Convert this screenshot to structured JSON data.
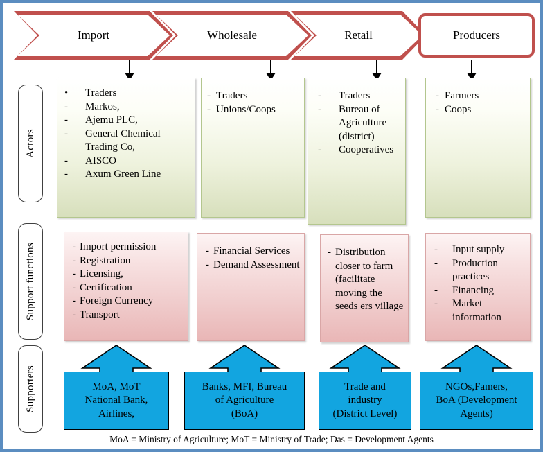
{
  "chain": {
    "stages": [
      {
        "label": "Import",
        "shape": "chevron"
      },
      {
        "label": "Wholesale",
        "shape": "chevron"
      },
      {
        "label": "Retail",
        "shape": "chevron"
      },
      {
        "label": "Producers",
        "shape": "rounded-rect"
      }
    ]
  },
  "row_labels": {
    "actors": "Actors",
    "support_functions": "Support functions",
    "supporters": "Supporters"
  },
  "actors": [
    {
      "column": "Import",
      "items": [
        {
          "marker": "•",
          "text": "Traders"
        },
        {
          "marker": "-",
          "text": "Markos,"
        },
        {
          "marker": "-",
          "text": "Ajemu PLC,"
        },
        {
          "marker": "-",
          "text": "General Chemical Trading Co,"
        },
        {
          "marker": "-",
          "text": "AISCO"
        },
        {
          "marker": "-",
          "text": "Axum Green Line"
        }
      ]
    },
    {
      "column": "Wholesale",
      "items": [
        {
          "marker": "-",
          "text": "Traders"
        },
        {
          "marker": "-",
          "text": "Unions/Coops"
        }
      ]
    },
    {
      "column": "Retail",
      "items": [
        {
          "marker": "-",
          "text": "Traders"
        },
        {
          "marker": "-",
          "text": "Bureau of Agriculture (district)"
        },
        {
          "marker": "-",
          "text": "Cooperatives"
        }
      ]
    },
    {
      "column": "Producers",
      "items": [
        {
          "marker": "-",
          "text": "Farmers"
        },
        {
          "marker": "-",
          "text": "Coops"
        }
      ]
    }
  ],
  "support_functions": [
    {
      "column": "Import",
      "items": [
        {
          "marker": "-",
          "text": "Import permission"
        },
        {
          "marker": "-",
          "text": "Registration"
        },
        {
          "marker": "-",
          "text": "Licensing,"
        },
        {
          "marker": "-",
          "text": "Certification"
        },
        {
          "marker": "-",
          "text": "Foreign Currency"
        },
        {
          "marker": "-",
          "text": "Transport"
        }
      ]
    },
    {
      "column": "Wholesale",
      "items": [
        {
          "marker": "-",
          "text": "Financial Services"
        },
        {
          "marker": "-",
          "text": "Demand Assessment"
        }
      ]
    },
    {
      "column": "Retail",
      "items": [
        {
          "marker": "-",
          "text": "Distribution closer to farm (facilitate moving the seeds ers village"
        }
      ]
    },
    {
      "column": "Producers",
      "items": [
        {
          "marker": "-",
          "text": "Input supply"
        },
        {
          "marker": "-",
          "text": "Production practices"
        },
        {
          "marker": "-",
          "text": "Financing"
        },
        {
          "marker": "-",
          "text": "Market information"
        }
      ]
    }
  ],
  "supporters": [
    {
      "column": "Import",
      "lines": [
        "MoA, MoT",
        "National Bank,",
        "Airlines,"
      ]
    },
    {
      "column": "Wholesale",
      "lines": [
        "Banks, MFI, Bureau",
        "of Agriculture",
        "(BoA)"
      ]
    },
    {
      "column": "Retail",
      "lines": [
        "Trade and",
        "industry",
        "(District Level)"
      ]
    },
    {
      "column": "Producers",
      "lines": [
        "NGOs,Famers,",
        "BoA (Development",
        "Agents)"
      ]
    }
  ],
  "footer": {
    "note": "MoA = Ministry of Agriculture; MoT = Ministry of Trade; Das = Development Agents"
  },
  "colors": {
    "frame_border": "#5b8dc0",
    "chevron": "#c0504d",
    "actors_box": "#d7dfbc",
    "support_box": "#e9b6b6",
    "supporter_box": "#12a5e0"
  }
}
